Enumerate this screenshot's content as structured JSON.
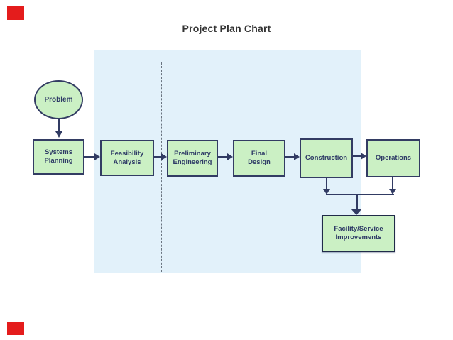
{
  "slide": {
    "title": "Project Plan Chart"
  },
  "colors": {
    "node_fill": "#cbf0c4",
    "node_border": "#333c63",
    "node_text": "#2e3a66",
    "facility_border": "#202b49",
    "panel_bg": "#e2f1fa",
    "connector": "#313b63",
    "dashed_divider": "#6a7480",
    "marker_red": "#e41c1c",
    "title_text": "#333333"
  },
  "diagram": {
    "type": "flowchart",
    "nodes": {
      "problem": {
        "label": "Problem",
        "shape": "ellipse"
      },
      "systems_planning": {
        "line1": "Systems",
        "line2": "Planning",
        "shape": "rect"
      },
      "feasibility_analysis": {
        "line1": "Feasibility",
        "line2": "Analysis",
        "shape": "rect"
      },
      "preliminary_engineering": {
        "line1": "Preliminary",
        "line2": "Engineering",
        "shape": "rect"
      },
      "final_design": {
        "line1": "Final",
        "line2": "Design",
        "shape": "rect"
      },
      "construction": {
        "line1": "Construction",
        "shape": "rect"
      },
      "operations": {
        "line1": "Operations",
        "shape": "rect"
      },
      "facility_service_improvements": {
        "line1": "Facility/Service",
        "line2": "Improvements",
        "shape": "rect"
      }
    },
    "edges": [
      {
        "from": "problem",
        "to": "systems_planning"
      },
      {
        "from": "systems_planning",
        "to": "feasibility_analysis"
      },
      {
        "from": "feasibility_analysis",
        "to": "preliminary_engineering"
      },
      {
        "from": "preliminary_engineering",
        "to": "final_design"
      },
      {
        "from": "final_design",
        "to": "construction"
      },
      {
        "from": "construction",
        "to": "operations"
      },
      {
        "from": "construction",
        "to": "facility_service_improvements"
      },
      {
        "from": "operations",
        "to": "facility_service_improvements"
      }
    ]
  }
}
